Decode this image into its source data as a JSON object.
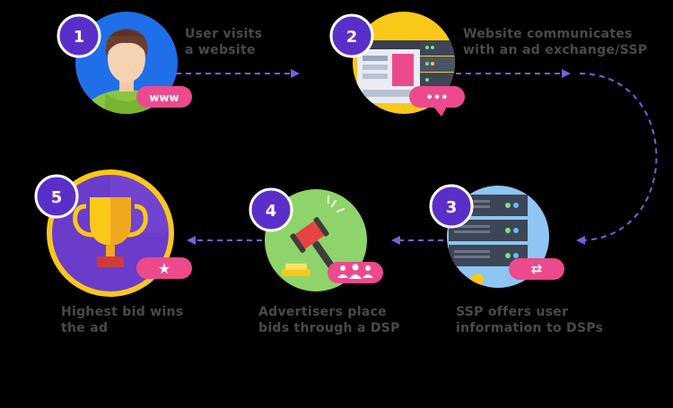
{
  "steps": [
    {
      "number": "1",
      "text": "User visits\na website",
      "pill": "www"
    },
    {
      "number": "2",
      "text": "Website communicates\n  with an ad exchange/SSP",
      "pill": "•••"
    },
    {
      "number": "3",
      "text": "SSP offers user\ninformation to DSPs",
      "pill": "⇄"
    },
    {
      "number": "4",
      "text": "Advertisers place\nbids through a DSP",
      "pill": ""
    },
    {
      "number": "5",
      "text": "Highest bid wins\nthe ad",
      "pill": "★"
    }
  ],
  "colors": {
    "accent_purple": "#5a2fc9",
    "pill_pink": "#ec4a8c",
    "arrow": "#7a5de0",
    "text_gray": "#4a4a4a"
  }
}
